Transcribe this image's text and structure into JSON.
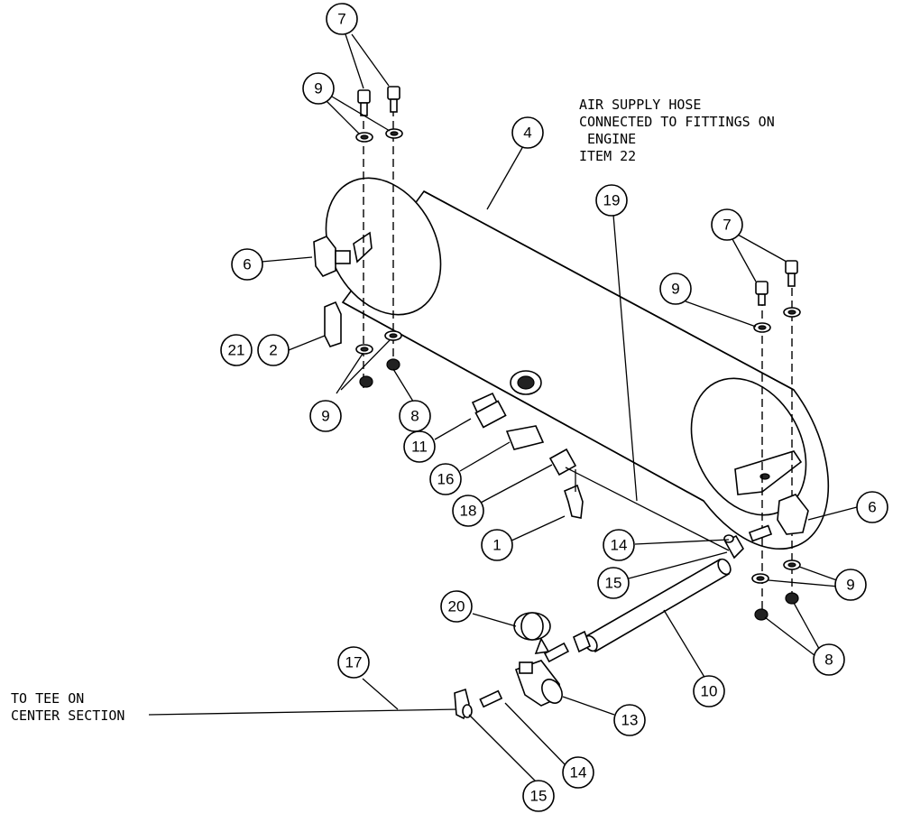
{
  "notes": {
    "air_supply": [
      "AIR SUPPLY HOSE",
      "CONNECTED TO FITTINGS ON",
      " ENGINE",
      "ITEM 22"
    ],
    "tee": [
      "TO TEE ON",
      "CENTER SECTION"
    ]
  },
  "callouts": {
    "c7a": "7",
    "c9a": "9",
    "c4": "4",
    "c19": "19",
    "c7b": "7",
    "c9b": "9",
    "c6a": "6",
    "c21": "21",
    "c2": "2",
    "c9c": "9",
    "c8a": "8",
    "c11": "11",
    "c16": "16",
    "c18": "18",
    "c1": "1",
    "c14a": "14",
    "c15a": "15",
    "c6b": "6",
    "c9d": "9",
    "c8b": "8",
    "c20": "20",
    "c10": "10",
    "c17": "17",
    "c13": "13",
    "c14b": "14",
    "c15b": "15"
  }
}
